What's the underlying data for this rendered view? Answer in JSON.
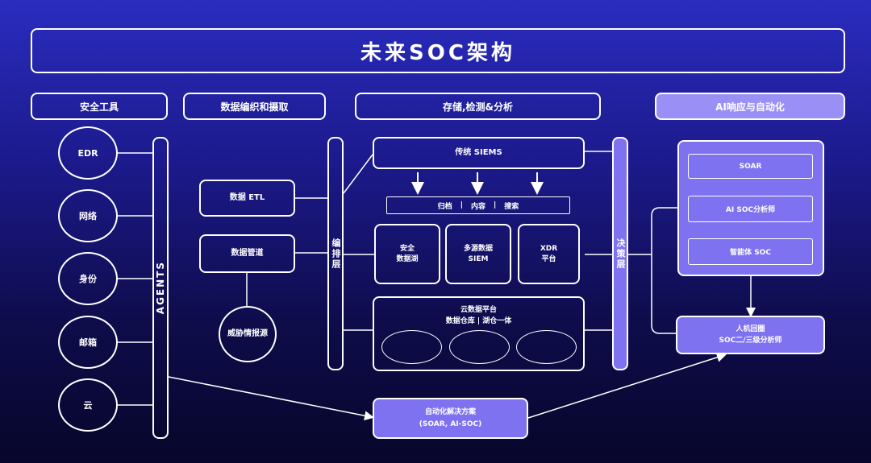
{
  "title": "未来SOC架构",
  "columns": {
    "security_tools": "安全工具",
    "orchestration": "数据编织和摄取",
    "storage": "存储,检测&分析",
    "ai_response": "AI响应与自动化"
  },
  "security_tools": {
    "items": [
      "EDR",
      "网络",
      "身份",
      "邮箱",
      "云"
    ],
    "agents_label": "AGENTS"
  },
  "orchestration": {
    "etl": "数据 ETL",
    "pipeline": "数据管道",
    "threat_intel": "威胁情报源",
    "layer_label": "编排层"
  },
  "storage": {
    "legacy_siems": "传统 SIEMS",
    "search_bar": [
      "归档",
      "内容",
      "搜索"
    ],
    "security_lake": [
      "安全",
      "数据湖"
    ],
    "multi_source": [
      "多源数据",
      "SIEM"
    ],
    "xdr": [
      "XDR",
      "平台"
    ],
    "cloud_platform": [
      "云数据平台",
      "数据仓库 | 湖仓一体"
    ],
    "decision_label": "决策层"
  },
  "ai_response": {
    "soar": "SOAR",
    "ai_analyst": "AI SOC分析师",
    "agent_soc": "智能体 SOC",
    "human_loop": [
      "人机回圈",
      "SOC二/三级分析师"
    ]
  },
  "automation": {
    "label": [
      "自动化解决方案",
      "(SOAR, AI-SOC)"
    ]
  },
  "colors": {
    "background_top": "#2a2cbf",
    "background_bottom": "#07062a",
    "accent": "#7f72f0",
    "line": "#ffffff"
  }
}
